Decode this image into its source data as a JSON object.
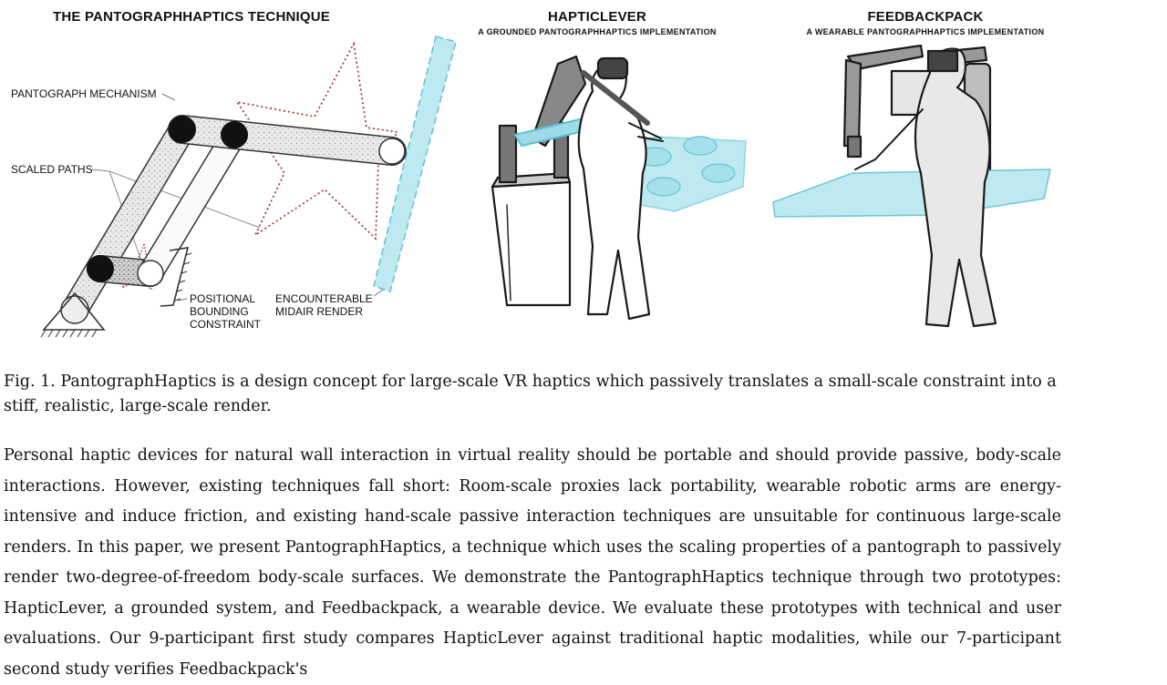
{
  "figure": {
    "panels": [
      {
        "title": "THE PANTOGRAPHHAPTICS TECHNIQUE",
        "subtitle": ""
      },
      {
        "title": "HAPTICLEVER",
        "subtitle": "A GROUNDED PANTOGRAPHHAPTICS IMPLEMENTATION"
      },
      {
        "title": "FEEDBACKPACK",
        "subtitle": "A WEARABLE PANTOGRAPHHAPTICS IMPLEMENTATION"
      }
    ],
    "labels": {
      "pantograph_mechanism": "PANTOGRAPH MECHANISM",
      "scaled_paths": "SCALED PATHS",
      "positional_bounding_constraint": "POSITIONAL\nBOUNDING\nCONSTRAINT",
      "encounterable_midair_render": "ENCOUNTERABLE\nMIDAIR RENDER"
    },
    "colors": {
      "render_cyan": "#7fd3e0",
      "path_red": "#b0202a",
      "ink": "#1a1a1a"
    }
  },
  "caption": "Fig. 1.  PantographHaptics is a design concept for large-scale VR haptics which passively translates a small-scale constraint into a stiff, realistic, large-scale render.",
  "abstract": "Personal haptic devices for natural wall interaction in virtual reality should be portable and should provide passive, body-scale interactions. However, existing techniques fall short: Room-scale proxies lack portability, wearable robotic arms are energy-intensive and induce friction, and existing hand-scale passive interaction techniques are unsuitable for continuous large-scale renders. In this paper, we present PantographHaptics, a technique which uses the scaling properties of a pantograph to passively render two-degree-of-freedom body-scale surfaces. We demonstrate the PantographHaptics technique through two prototypes: HapticLever, a grounded system, and Feedbackpack, a wearable device. We evaluate these prototypes with technical and user evaluations. Our 9-participant first study compares HapticLever against traditional haptic modalities, while our 7-participant second study verifies Feedbackpack's"
}
